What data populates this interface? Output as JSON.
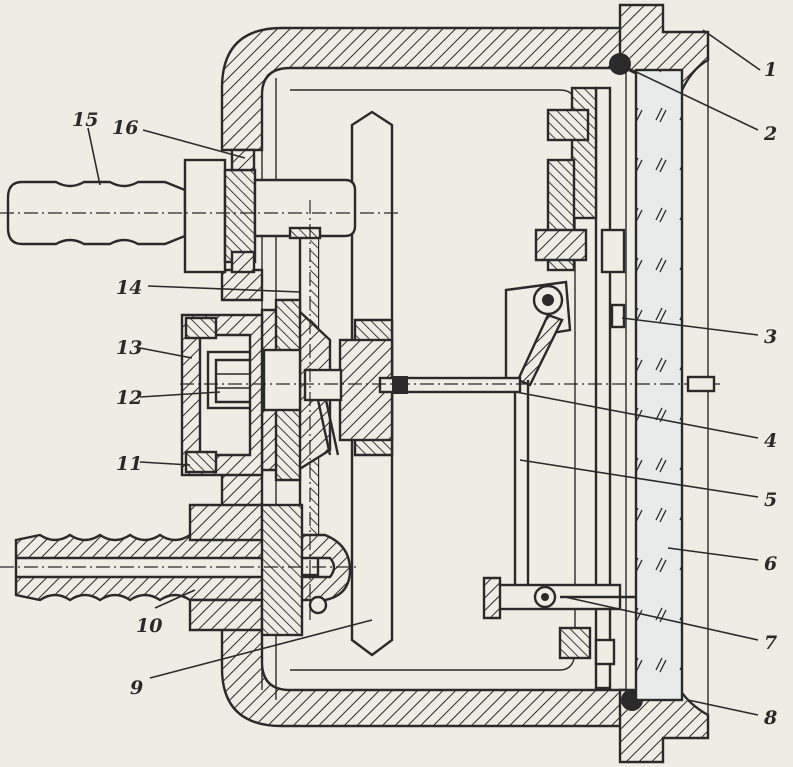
{
  "diagram": {
    "callouts": [
      {
        "id": "1",
        "text": "1"
      },
      {
        "id": "2",
        "text": "2"
      },
      {
        "id": "3",
        "text": "3"
      },
      {
        "id": "4",
        "text": "4"
      },
      {
        "id": "5",
        "text": "5"
      },
      {
        "id": "6",
        "text": "6"
      },
      {
        "id": "7",
        "text": "7"
      },
      {
        "id": "8",
        "text": "8"
      },
      {
        "id": "9",
        "text": "9"
      },
      {
        "id": "10",
        "text": "10"
      },
      {
        "id": "11",
        "text": "11"
      },
      {
        "id": "12",
        "text": "12"
      },
      {
        "id": "13",
        "text": "13"
      },
      {
        "id": "14",
        "text": "14"
      },
      {
        "id": "15",
        "text": "15"
      },
      {
        "id": "16",
        "text": "16"
      }
    ]
  },
  "colors": {
    "paper": "#efece4",
    "ink": "#2a2a2a",
    "glass": "#e7ecea"
  }
}
